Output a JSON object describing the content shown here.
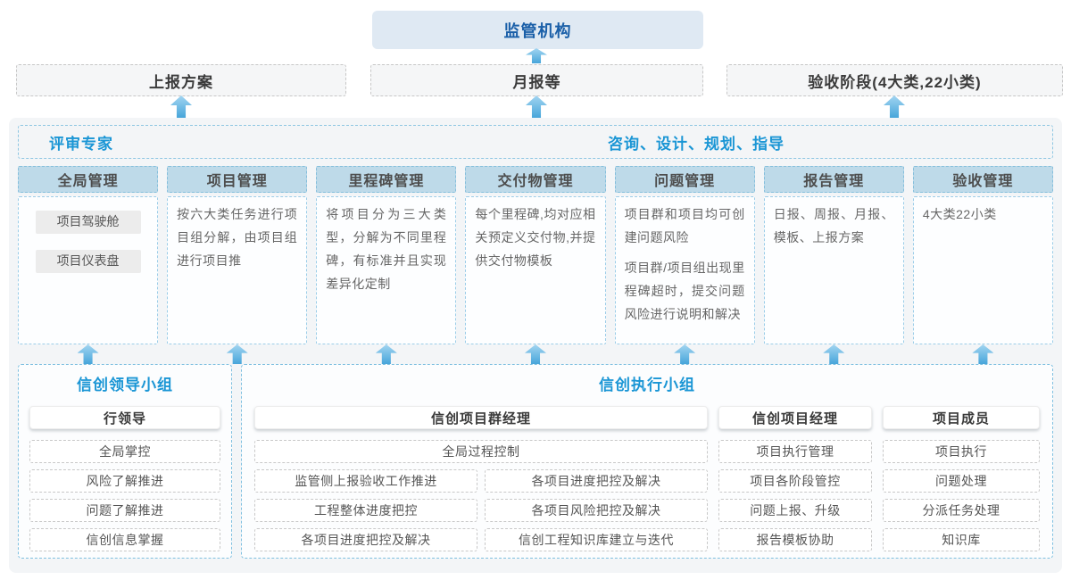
{
  "top": {
    "regulator": "监管机构",
    "outputs": [
      {
        "label": "上报方案"
      },
      {
        "label": "月报等"
      },
      {
        "label": "验收阶段(4大类,22小类)"
      }
    ]
  },
  "experts_band": {
    "left": "评审专家",
    "right": "咨询、设计、规划、指导"
  },
  "modules": [
    {
      "header": "全局管理",
      "chips": [
        "项目驾驶舱",
        "项目仪表盘"
      ]
    },
    {
      "header": "项目管理",
      "paragraphs": [
        "按六大类任务进行项目组分解，由项目组进行项目推"
      ]
    },
    {
      "header": "里程碑管理",
      "paragraphs": [
        "将项目分为三大类型，分解为不同里程碑，有标准并且实现差异化定制"
      ]
    },
    {
      "header": "交付物管理",
      "paragraphs": [
        "每个里程碑,均对应相关预定义交付物,并提供交付物模板"
      ]
    },
    {
      "header": "问题管理",
      "paragraphs": [
        "项目群和项目均可创建问题风险",
        "项目群/项目组出现里程碑超时，提交问题风险进行说明和解决"
      ]
    },
    {
      "header": "报告管理",
      "paragraphs": [
        "日报、周报、月报、模板、上报方案"
      ]
    },
    {
      "header": "验收管理",
      "paragraphs": [
        "4大类22小类"
      ]
    }
  ],
  "teams": {
    "leadership": {
      "title": "信创领导小组",
      "role": "行领导",
      "items": [
        "全局掌控",
        "风险了解推进",
        "问题了解推进",
        "信创信息掌握"
      ]
    },
    "execution": {
      "title": "信创执行小组",
      "program_manager": {
        "role": "信创项目群经理",
        "item_wide": "全局过程控制",
        "col1": [
          "监管侧上报验收工作推进",
          "工程整体进度把控",
          "各项目进度把控及解决"
        ],
        "col2": [
          "各项目进度把控及解决",
          "各项目风险把控及解决",
          "信创工程知识库建立与迭代"
        ]
      },
      "project_manager": {
        "role": "信创项目经理",
        "items": [
          "项目执行管理",
          "项目各阶段管控",
          "问题上报、升级",
          "报告模板协助"
        ]
      },
      "member": {
        "role": "项目成员",
        "items": [
          "项目执行",
          "问题处理",
          "分派任务处理",
          "知识库"
        ]
      }
    }
  },
  "colors": {
    "accent_blue": "#1b96d5",
    "regulator_text": "#1a5fa8",
    "regulator_bg": "#dfe9f3",
    "module_header_bg": "#bedae9",
    "dashed_blue_border": "#8ec6e2",
    "arrow_blue": "#47a5da",
    "container_bg": "#f3f5f7"
  }
}
